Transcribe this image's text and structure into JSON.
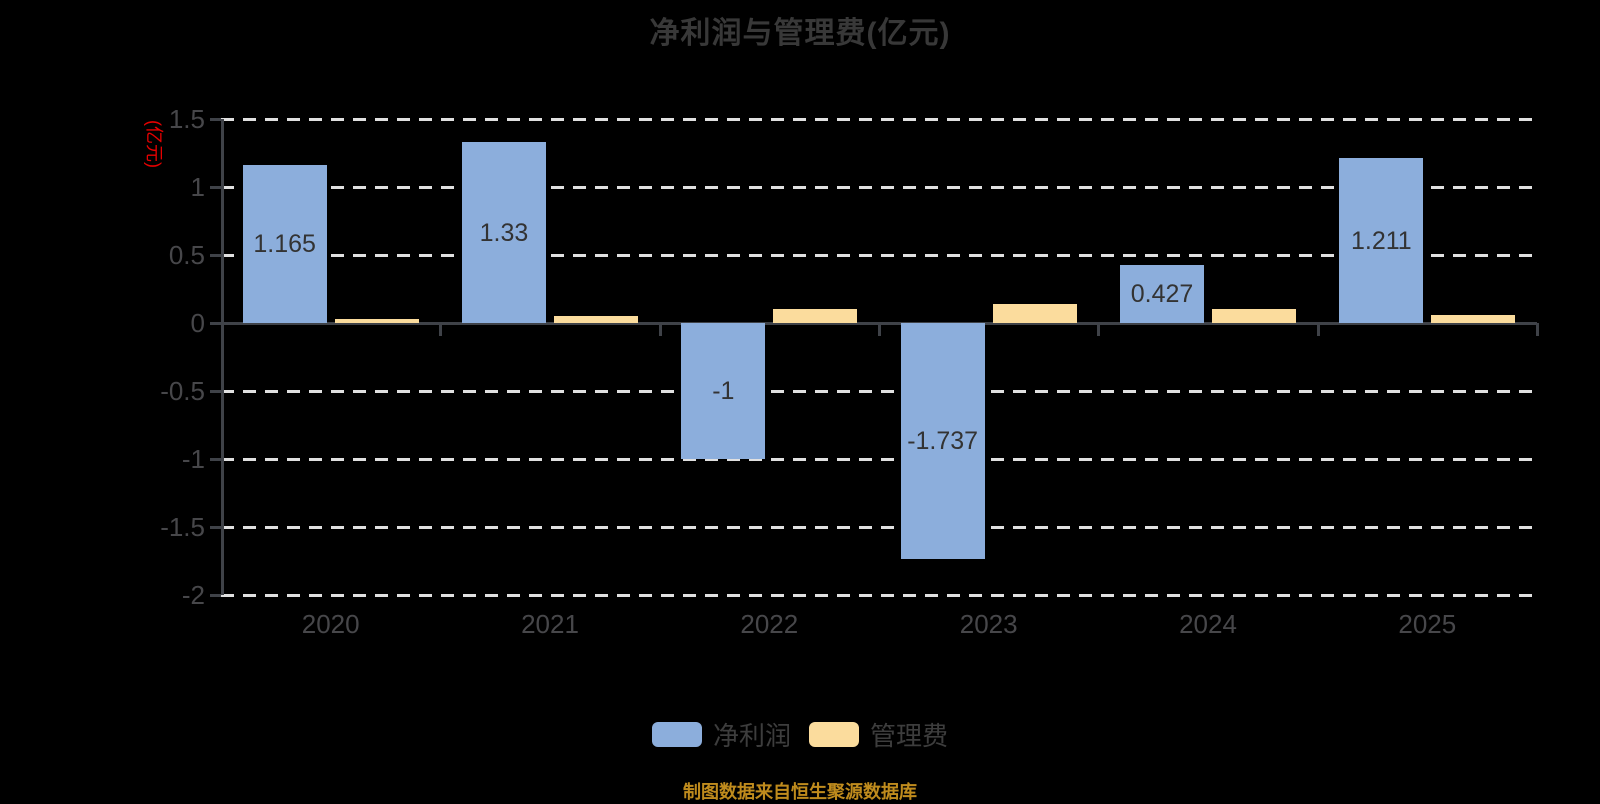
{
  "chart": {
    "colors": {
      "background": "#000000",
      "title_text": "#383838",
      "axis_line": "#3f4248",
      "axis_label": "#47474a",
      "grid_line": "#e0e0e0",
      "value_label": "#333333",
      "y_axis_name": "#e60000",
      "legend_label": "#3d3d3d",
      "source_text": "#bf8b1d"
    }
  },
  "chart_data": {
    "type": "bar",
    "title": "净利润与管理费(亿元)",
    "ylabel": "(亿元)",
    "xlabel": "",
    "categories": [
      "2020",
      "2021",
      "2022",
      "2023",
      "2024",
      "2025"
    ],
    "series": [
      {
        "name": "净利润",
        "key": "net-profit",
        "color": "#8CAEDC",
        "values": [
          1.165,
          1.33,
          -1,
          -1.737,
          0.427,
          1.211
        ],
        "labels": [
          "1.165",
          "1.33",
          "-1",
          "-1.737",
          "0.427",
          "1.211"
        ],
        "show_labels": true
      },
      {
        "name": "管理费",
        "key": "mgmt-fee",
        "color": "#FBDC9D",
        "values": [
          0.03,
          0.05,
          0.1,
          0.14,
          0.1,
          0.06
        ],
        "labels": [],
        "show_labels": false
      }
    ],
    "ylim": [
      -2,
      1.5
    ],
    "yticks": [
      1.5,
      1,
      0.5,
      0,
      -0.5,
      -1,
      -1.5,
      -2
    ],
    "ytick_labels": [
      "1.5",
      "1",
      "0.5",
      "0",
      "-0.5",
      "-1",
      "-1.5",
      "-2"
    ],
    "grid": "dashed horizontal",
    "legend_position": "bottom"
  },
  "footer": {
    "source_note": "制图数据来自恒生聚源数据库"
  }
}
